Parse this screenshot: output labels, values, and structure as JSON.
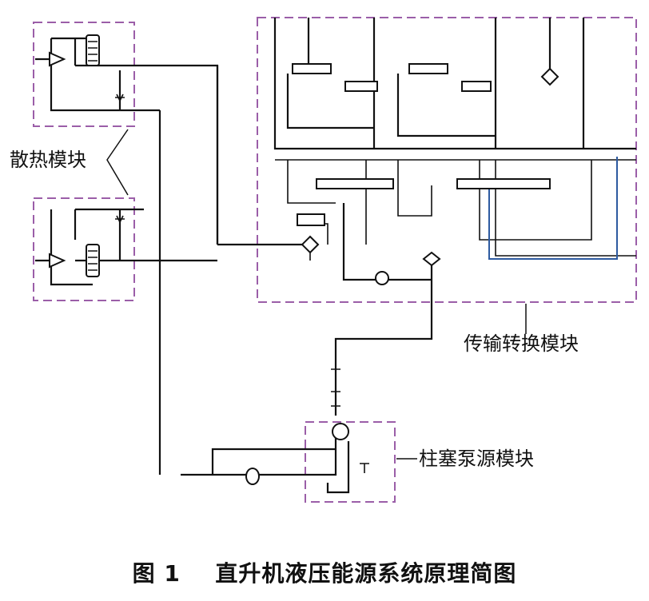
{
  "labels": {
    "cooling_module": "散热模块",
    "transmission_module": "传输转换模块",
    "plunger_pump_module": "柱塞泵源模块"
  },
  "caption": {
    "figure_number": "图 1",
    "title": "直升机液压能源系统原理简图"
  },
  "colors": {
    "module_border": "#9b5ea8",
    "line": "#111111",
    "accent_line": "#2d5aa0",
    "background": "#ffffff"
  }
}
